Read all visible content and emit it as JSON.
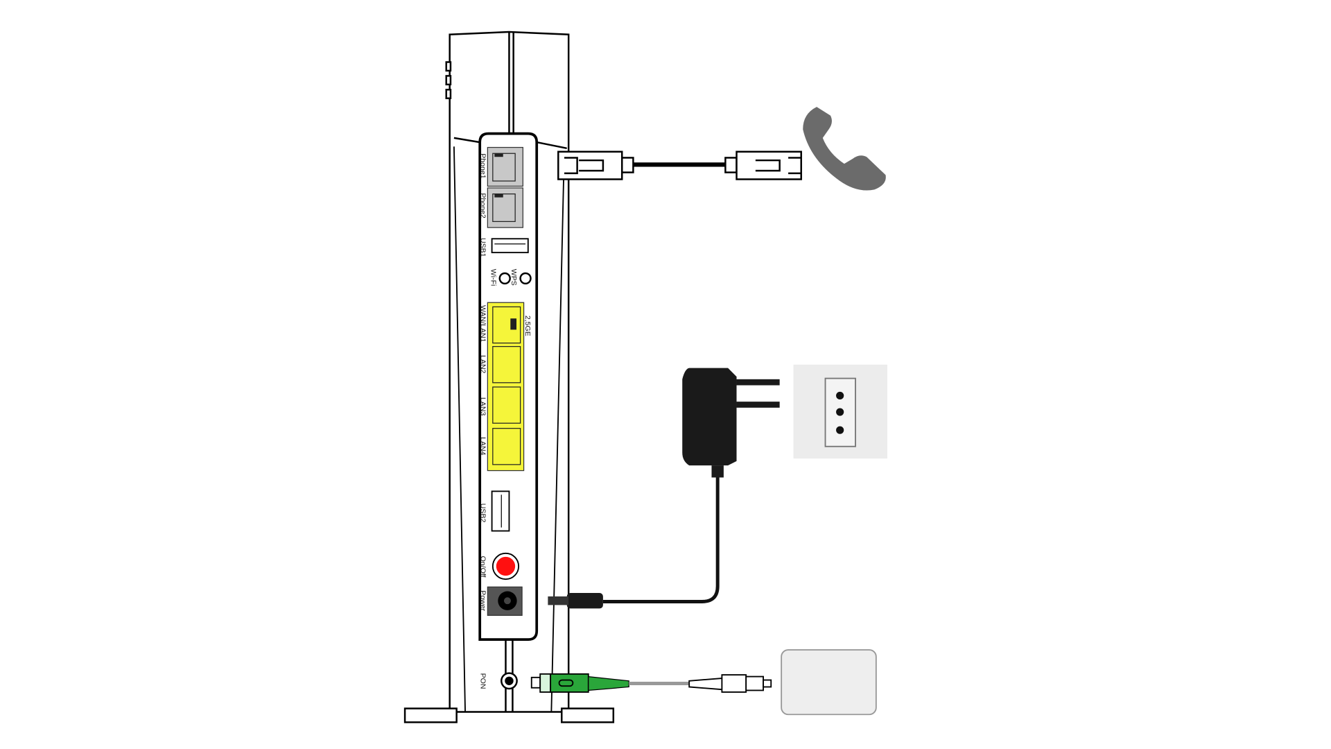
{
  "router": {
    "ports": {
      "phone1": "Phone1",
      "phone2": "Phone2",
      "usb1": "USB1",
      "wps": "WPS",
      "wifi": "Wi-Fi",
      "speed": "2,5GE",
      "wan_lan1": "WAN/LAN1",
      "lan2": "LAN2",
      "lan3": "LAN3",
      "lan4": "LAN4",
      "usb2": "USB2",
      "onoff": "On/Off",
      "power": "Power",
      "pon": "PON"
    }
  },
  "colors": {
    "lan_ports": "#f5f53a",
    "onoff_button": "#ff1010",
    "fiber_connector": "#2aa63a",
    "phone_icon": "#6b6b6b"
  }
}
